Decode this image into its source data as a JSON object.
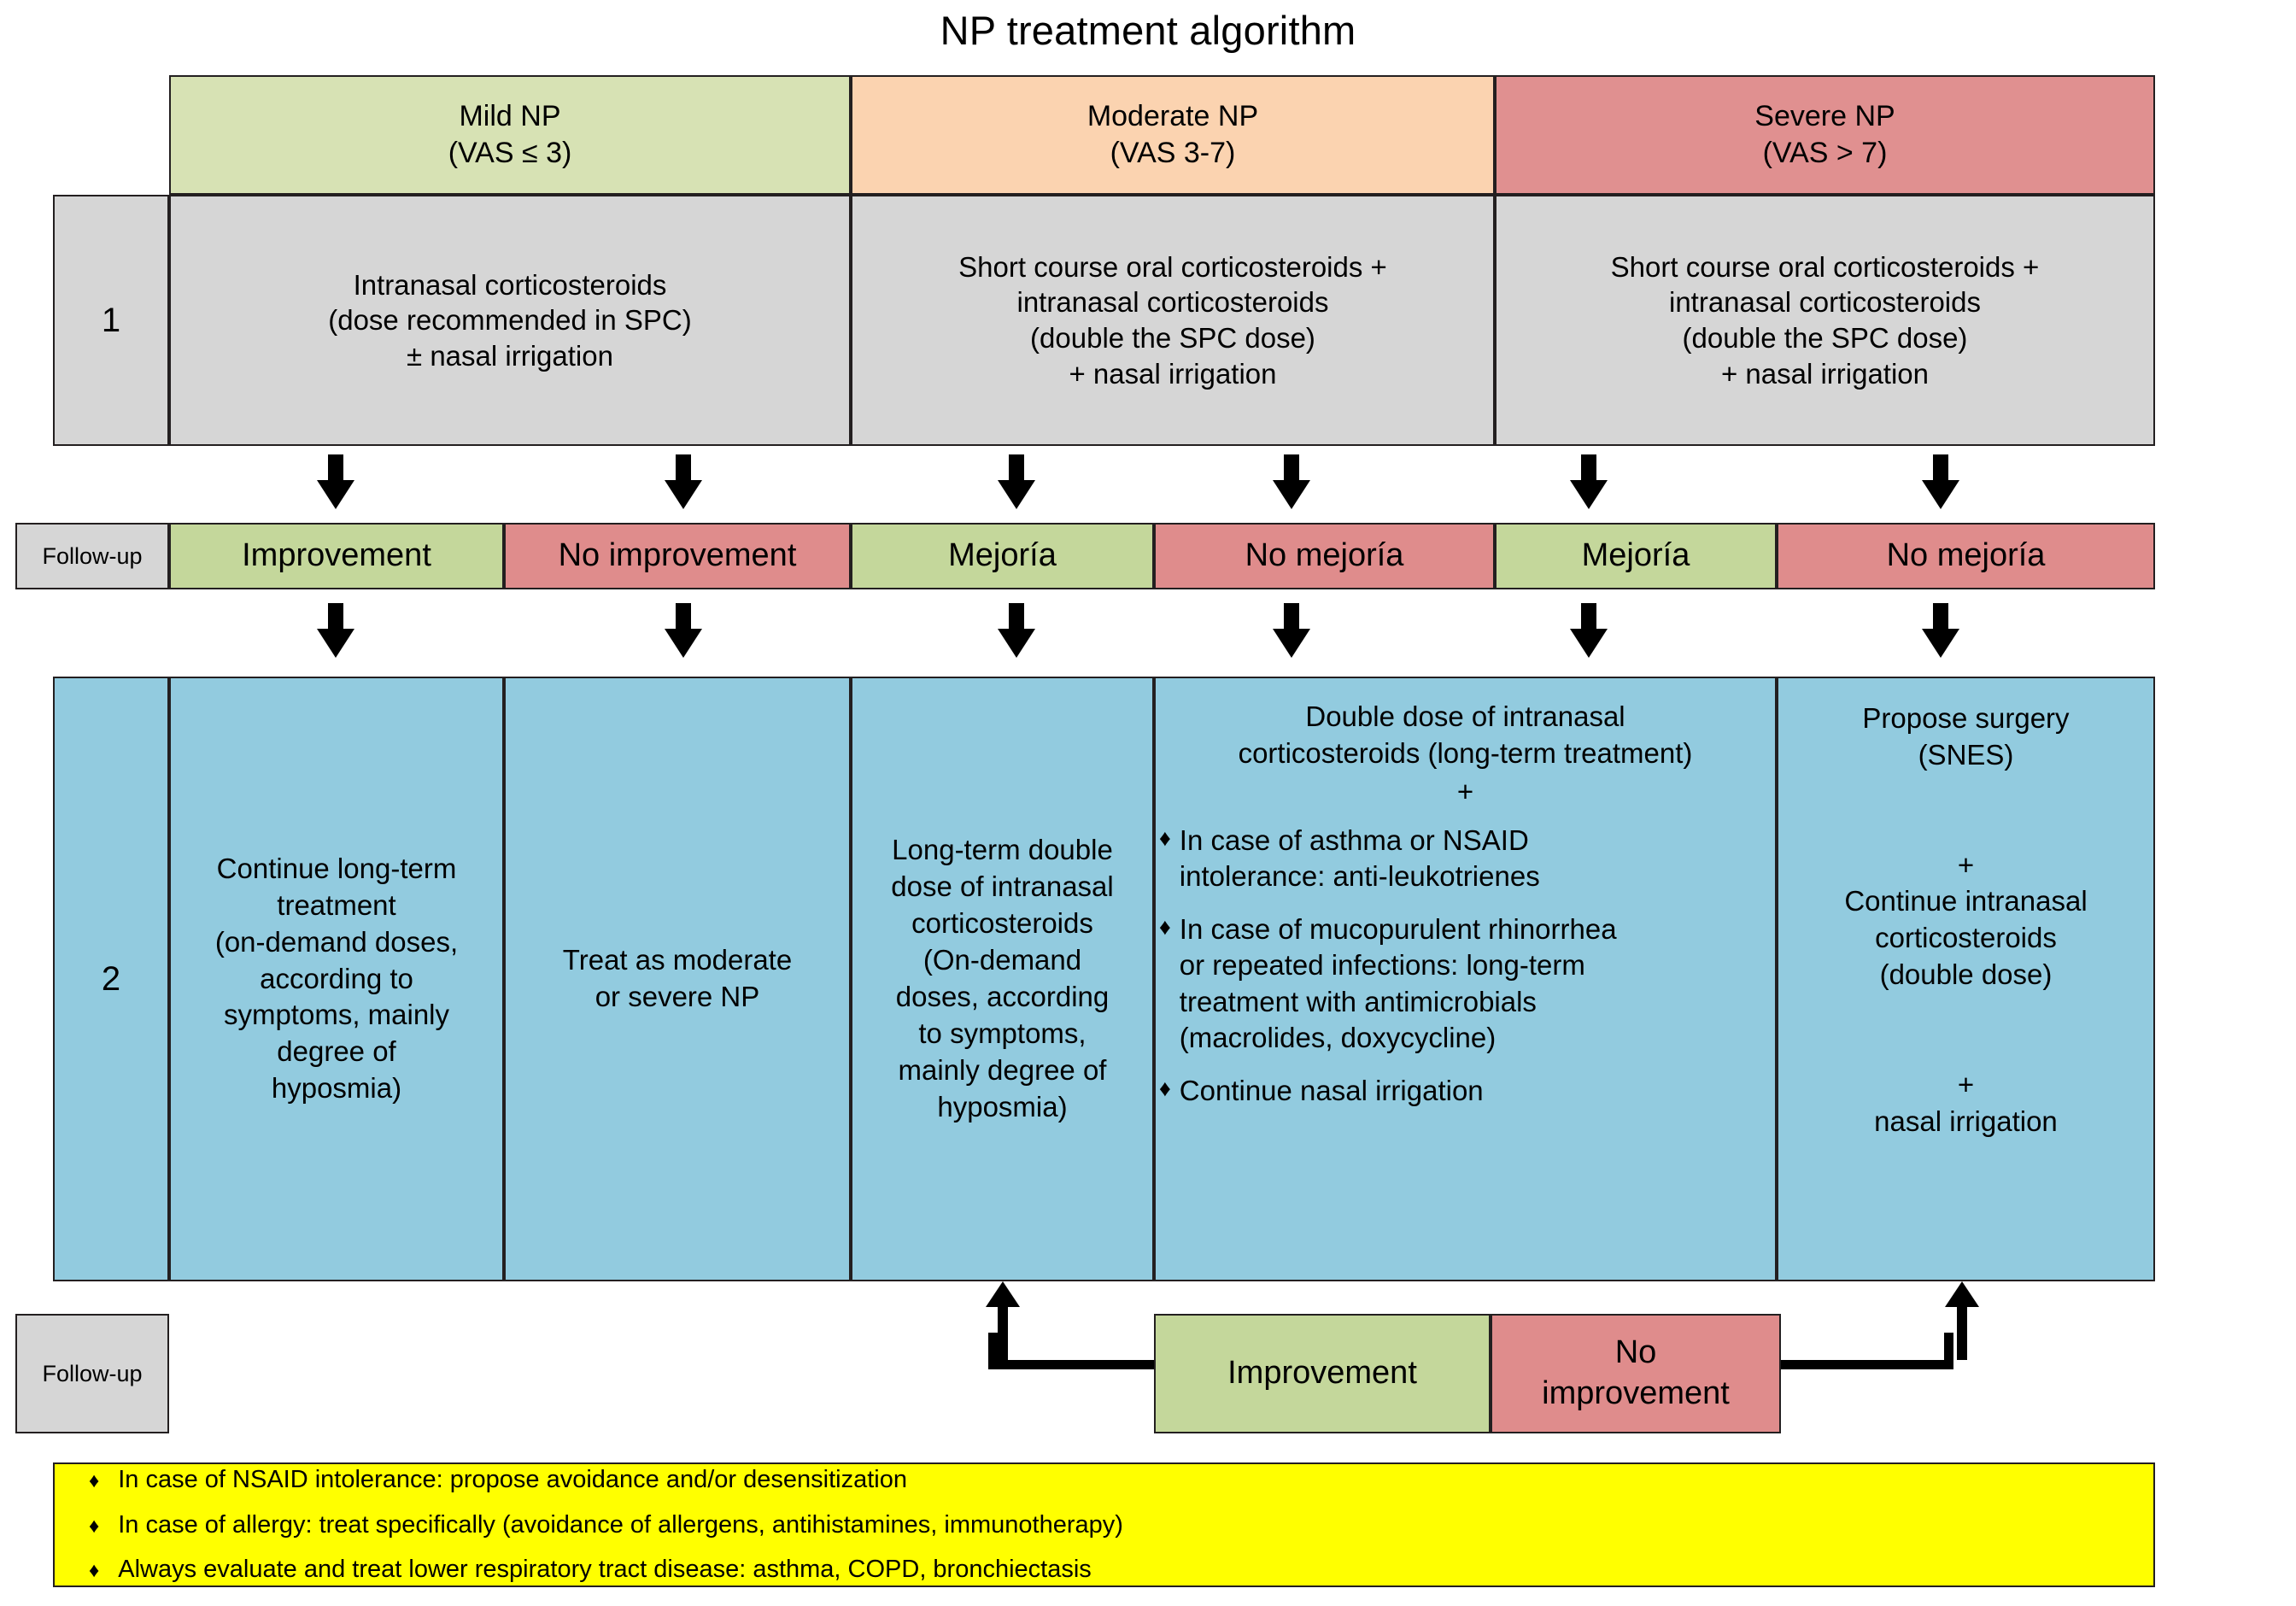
{
  "title": "NP treatment algorithm",
  "severity_columns": [
    {
      "name": "Mild NP",
      "vas": "(VAS ≤ 3)",
      "color": "#d7e2b4"
    },
    {
      "name": "Moderate NP",
      "vas": "(VAS 3-7)",
      "color": "#fbd3b0"
    },
    {
      "name": "Severe NP",
      "vas": "(VAS > 7)",
      "color": "#e09090"
    }
  ],
  "step1": {
    "number": "1",
    "treatments": [
      "Intranasal corticosteroids\n(dose recommended in SPC)\n± nasal irrigation",
      "Short course oral corticosteroids +\nintranasal corticosteroids\n(double the SPC dose)\n+ nasal irrigation",
      "Short course oral corticosteroids +\nintranasal corticosteroids\n(double the SPC dose)\n+ nasal irrigation"
    ]
  },
  "followup1": {
    "label": "Follow-up",
    "statuses": [
      {
        "text": "Improvement",
        "color": "#c4d79b"
      },
      {
        "text": "No improvement",
        "color": "#df8c8c"
      },
      {
        "text": "Mejoría",
        "color": "#c4d79b"
      },
      {
        "text": "No mejoría",
        "color": "#df8c8c"
      },
      {
        "text": "Mejoría",
        "color": "#c4d79b"
      },
      {
        "text": "No mejoría",
        "color": "#df8c8c"
      }
    ]
  },
  "step2": {
    "number": "2",
    "cells": [
      {
        "text": "Continue long-term\ntreatment\n(on-demand doses,\naccording to\nsymptoms, mainly\ndegree of\nhyposmia)"
      },
      {
        "text": "Treat as moderate\nor severe NP"
      },
      {
        "text": "Long-term double\ndose of intranasal\ncorticosteroids\n(On-demand\ndoses, according\nto symptoms,\nmainly degree of\nhyposmia)"
      },
      {
        "lead": "Double dose of intranasal\ncorticosteroids (long-term treatment)",
        "plus": "+",
        "bullets": [
          "In case of asthma or NSAID\nintolerance: anti-leukotrienes",
          "In case of mucopurulent rhinorrhea\nor repeated infections: long-term\ntreatment with antimicrobials\n(macrolides, doxycycline)",
          "Continue nasal irrigation"
        ]
      },
      {
        "text": "Propose surgery\n(SNES)\n\n\n+\nContinue intranasal\ncorticosteroids\n(double dose)\n\n\n+\nnasal irrigation"
      }
    ]
  },
  "followup2": {
    "label": "Follow-up",
    "statuses": [
      {
        "text": "Improvement",
        "color": "#c4d79b"
      },
      {
        "text": "No\nimprovement",
        "color": "#df8c8c"
      }
    ]
  },
  "legend": {
    "bullet_glyph": "♦",
    "items": [
      "In case of NSAID intolerance: propose avoidance and/or desensitization",
      "In case of allergy: treat specifically (avoidance of allergens, antihistamines, immunotherapy)",
      "Always evaluate and treat lower respiratory tract disease: asthma, COPD, bronchiectasis"
    ]
  },
  "colors": {
    "border": "#231f20",
    "grey": "#d6d6d6",
    "green": "#c4d79b",
    "red": "#df8c8c",
    "blue": "#92cbdf",
    "yellow": "#ffff00"
  }
}
